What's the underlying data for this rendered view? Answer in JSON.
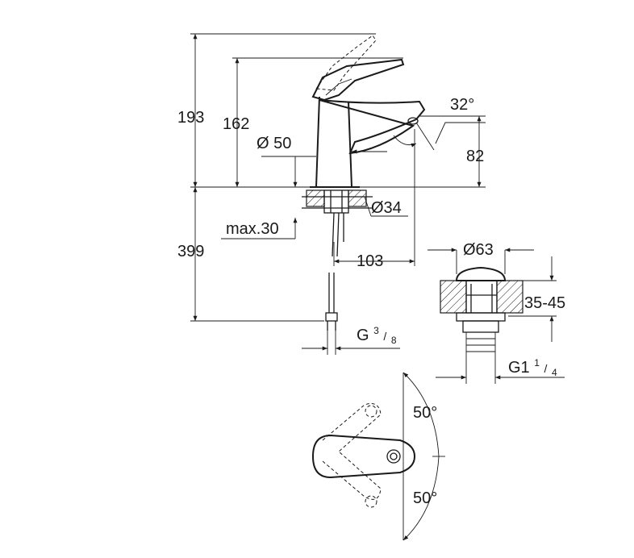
{
  "dimensions": {
    "total_height": "193",
    "spout_height": "162",
    "body_diameter": "Ø 50",
    "hole_diameter": "Ø34",
    "deck_thickness": "max.30",
    "hose_length": "399",
    "spout_reach": "103",
    "spout_angle": "32°",
    "outlet_height": "82",
    "connection_thread_base": "G",
    "connection_thread_num": "3",
    "connection_thread_den": "8",
    "waste_diameter": "Ø63",
    "waste_deck_range": "35-45",
    "waste_thread_base": "G1",
    "waste_thread_num": "1",
    "waste_thread_den": "4",
    "lever_angle_upper": "50°",
    "lever_angle_lower": "50°"
  },
  "colors": {
    "line": "#1a1a1a",
    "background": "#ffffff"
  }
}
